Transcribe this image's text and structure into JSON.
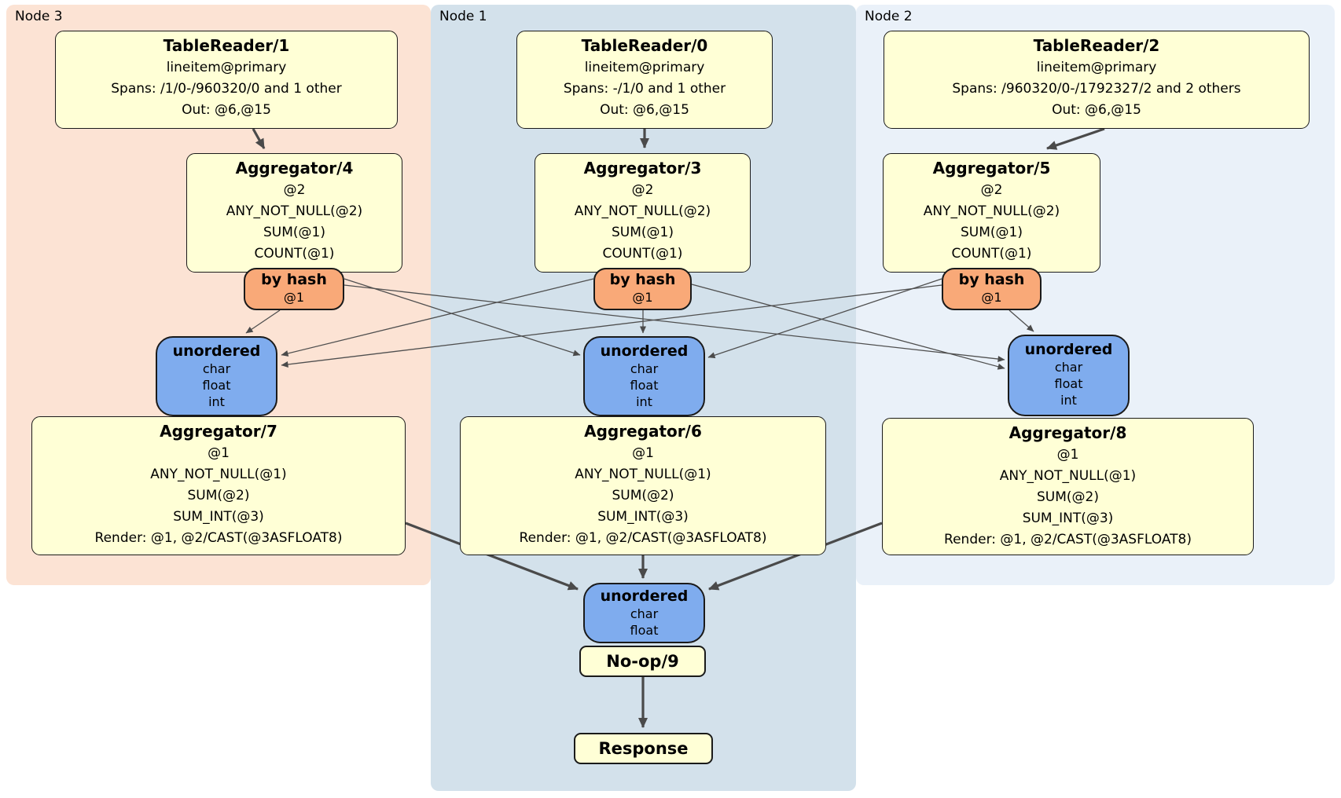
{
  "panels": [
    {
      "label": "Node 3",
      "bg": "#fce3d4"
    },
    {
      "label": "Node 1",
      "bg": "#d3e1eb"
    },
    {
      "label": "Node 2",
      "bg": "#eaf1f9"
    }
  ],
  "table_readers": [
    {
      "title": "TableReader/1",
      "table": "lineitem@primary",
      "spans": "Spans: /1/0-/960320/0 and 1 other",
      "out": "Out: @6,@15"
    },
    {
      "title": "TableReader/0",
      "table": "lineitem@primary",
      "spans": "Spans: -/1/0 and 1 other",
      "out": "Out: @6,@15"
    },
    {
      "title": "TableReader/2",
      "table": "lineitem@primary",
      "spans": "Spans: /960320/0-/1792327/2 and 2 others",
      "out": "Out: @6,@15"
    }
  ],
  "top_aggregators": [
    {
      "title": "Aggregator/4",
      "lines": [
        "@2",
        "ANY_NOT_NULL(@2)",
        "SUM(@1)",
        "COUNT(@1)"
      ]
    },
    {
      "title": "Aggregator/3",
      "lines": [
        "@2",
        "ANY_NOT_NULL(@2)",
        "SUM(@1)",
        "COUNT(@1)"
      ]
    },
    {
      "title": "Aggregator/5",
      "lines": [
        "@2",
        "ANY_NOT_NULL(@2)",
        "SUM(@1)",
        "COUNT(@1)"
      ]
    }
  ],
  "hash_routers": [
    {
      "title": "by hash",
      "key": "@1"
    },
    {
      "title": "by hash",
      "key": "@1"
    },
    {
      "title": "by hash",
      "key": "@1"
    }
  ],
  "merge_syncs": [
    {
      "title": "unordered",
      "types": [
        "char",
        "float",
        "int"
      ]
    },
    {
      "title": "unordered",
      "types": [
        "char",
        "float",
        "int"
      ]
    },
    {
      "title": "unordered",
      "types": [
        "char",
        "float",
        "int"
      ]
    }
  ],
  "bottom_aggregators": [
    {
      "title": "Aggregator/7",
      "lines": [
        "@1",
        "ANY_NOT_NULL(@1)",
        "SUM(@2)",
        "SUM_INT(@3)",
        "Render: @1, @2/CAST(@3ASFLOAT8)"
      ]
    },
    {
      "title": "Aggregator/6",
      "lines": [
        "@1",
        "ANY_NOT_NULL(@1)",
        "SUM(@2)",
        "SUM_INT(@3)",
        "Render: @1, @2/CAST(@3ASFLOAT8)"
      ]
    },
    {
      "title": "Aggregator/8",
      "lines": [
        "@1",
        "ANY_NOT_NULL(@1)",
        "SUM(@2)",
        "SUM_INT(@3)",
        "Render: @1, @2/CAST(@3ASFLOAT8)"
      ]
    }
  ],
  "final_sync": {
    "title": "unordered",
    "types": [
      "char",
      "float"
    ]
  },
  "noop": {
    "title": "No-op/9"
  },
  "response": {
    "title": "Response"
  },
  "colors": {
    "node3_bg": "#fce3d4",
    "node1_bg": "#d3e1eb",
    "node2_bg": "#eaf1f9",
    "processor_fill": "#ffffd6",
    "router_fill": "#f9a978",
    "sync_fill": "#7facee",
    "border": "#1a1a1a",
    "edge": "#4a4a4a"
  }
}
